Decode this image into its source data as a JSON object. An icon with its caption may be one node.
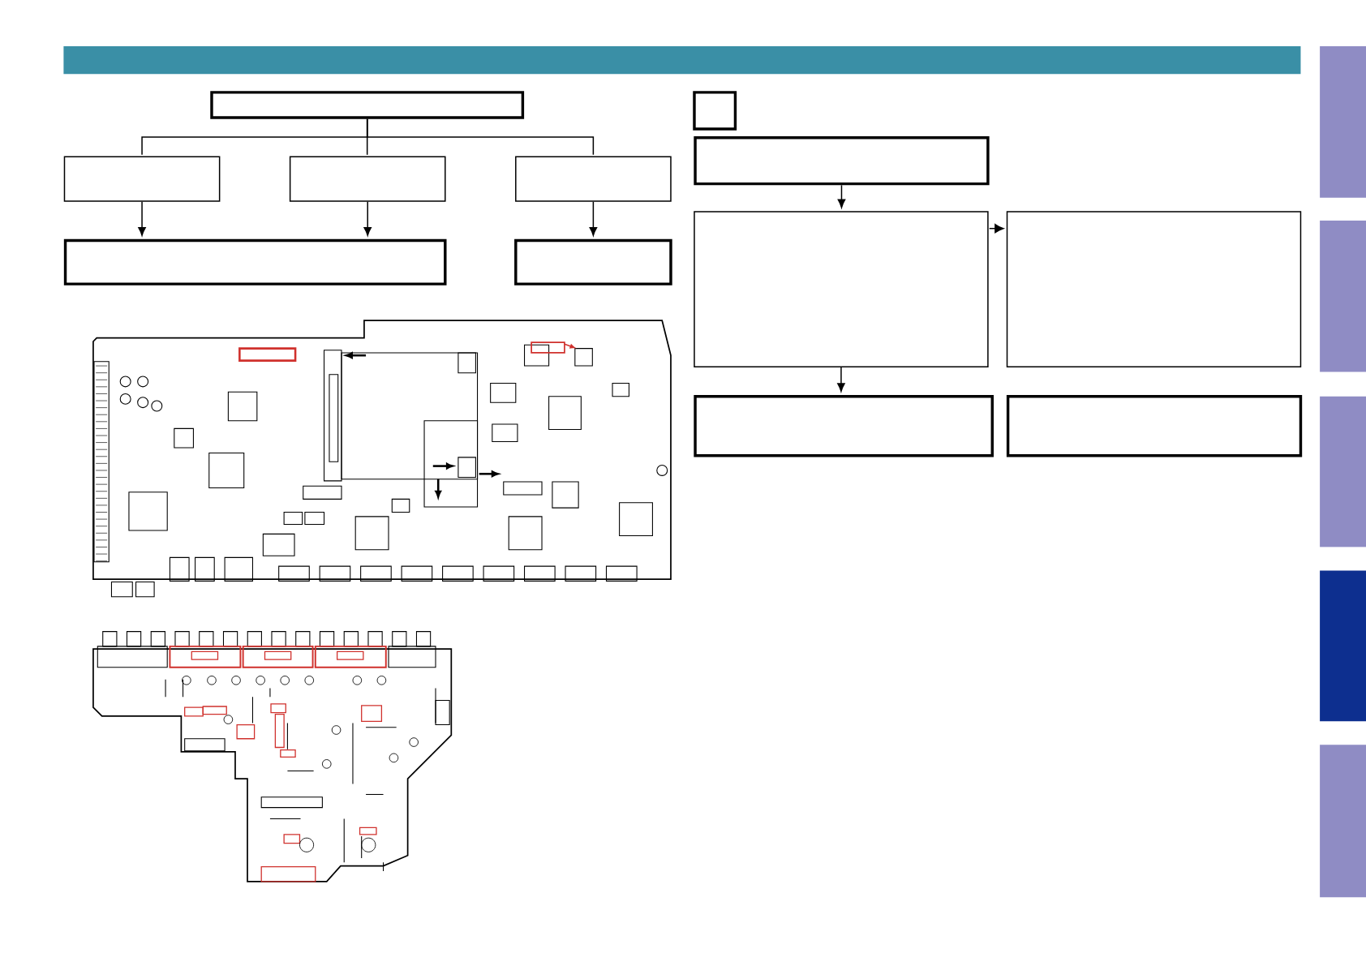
{
  "diagram": {
    "nodes": [
      {
        "text": [],
        "shape": "box"
      },
      {
        "text": [],
        "shape": "box"
      },
      {
        "text": [],
        "shape": "box"
      },
      {
        "text": [],
        "shape": "box"
      },
      {
        "text": [],
        "shape": "box"
      },
      {
        "text": [],
        "shape": "box"
      },
      {
        "text": [],
        "shape": "box"
      },
      {
        "text": [],
        "shape": "box"
      },
      {
        "text": [],
        "shape": "box"
      },
      {
        "text": [],
        "shape": "box"
      },
      {
        "text": [],
        "shape": "box"
      },
      {
        "text": [],
        "shape": "box"
      },
      {
        "text": [],
        "shape": "bar"
      },
      {
        "text": [],
        "shape": "bar"
      },
      {
        "text": [],
        "shape": "bar"
      },
      {
        "text": [],
        "shape": "bar"
      },
      {
        "text": [],
        "shape": "bar"
      }
    ],
    "edges": [
      {
        "from": 0,
        "to": 1,
        "arrow": "none"
      },
      {
        "from": 0,
        "to": 2,
        "arrow": "none"
      },
      {
        "from": 0,
        "to": 3,
        "arrow": "none"
      },
      {
        "from": 1,
        "to": 4,
        "arrow": "to"
      },
      {
        "from": 2,
        "to": 4,
        "arrow": "to"
      },
      {
        "from": 3,
        "to": 5,
        "arrow": "to"
      },
      {
        "from": 7,
        "to": 8,
        "arrow": "to"
      },
      {
        "from": 8,
        "to": 9,
        "arrow": "to"
      },
      {
        "from": 8,
        "to": 10,
        "arrow": "to"
      }
    ]
  }
}
